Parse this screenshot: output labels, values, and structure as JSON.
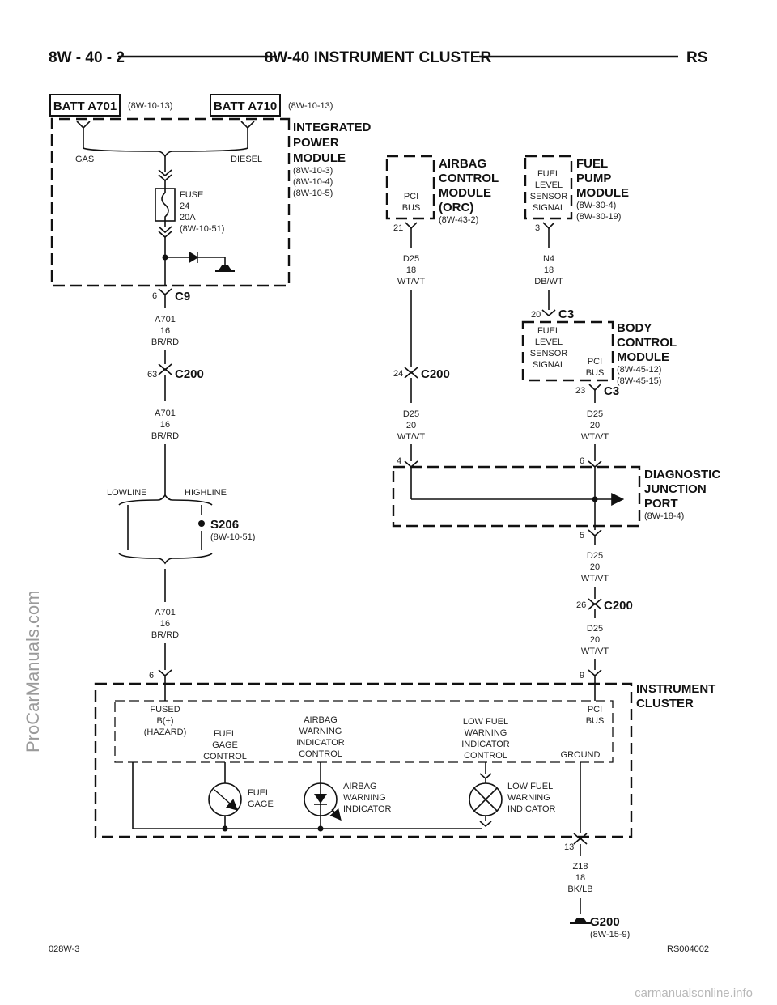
{
  "header": {
    "left": "8W - 40 - 2",
    "center": "8W-40 INSTRUMENT CLUSTER",
    "right": "RS"
  },
  "footer": {
    "left": "028W-3",
    "right": "RS004002"
  },
  "watermark": {
    "side": "ProCarManuals.com",
    "bottom": "carmanualsonline.info"
  },
  "batt": {
    "a701": {
      "label": "BATT A701",
      "ref": "(8W-10-13)"
    },
    "a710": {
      "label": "BATT A710",
      "ref": "(8W-10-13)"
    }
  },
  "ipm": {
    "title": [
      "INTEGRATED",
      "POWER",
      "MODULE"
    ],
    "refs": [
      "(8W-10-3)",
      "(8W-10-4)",
      "(8W-10-5)"
    ],
    "gas": "GAS",
    "diesel": "DIESEL",
    "fuse": [
      "FUSE",
      "24",
      "20A",
      "(8W-10-51)"
    ]
  },
  "c9": {
    "pin": "6",
    "label": "C9"
  },
  "wire_a701": [
    "A701",
    "16",
    "BR/RD"
  ],
  "c200_a": {
    "pin": "63",
    "label": "C200"
  },
  "lowline": "LOWLINE",
  "highline": "HIGHLINE",
  "s206": {
    "label": "S206",
    "ref": "(8W-10-51)"
  },
  "airbag_module": {
    "title": [
      "AIRBAG",
      "CONTROL",
      "MODULE",
      "(ORC)"
    ],
    "ref": "(8W-43-2)",
    "pin_label": [
      "PCI",
      "BUS"
    ],
    "pin": "21"
  },
  "wire_d25_18": [
    "D25",
    "18",
    "WT/VT"
  ],
  "c200_b": {
    "pin": "24",
    "label": "C200"
  },
  "wire_d25_20": [
    "D25",
    "20",
    "WT/VT"
  ],
  "fuel_pump": {
    "title": [
      "FUEL",
      "PUMP",
      "MODULE"
    ],
    "refs": [
      "(8W-30-4)",
      "(8W-30-19)"
    ],
    "pin_label": [
      "FUEL",
      "LEVEL",
      "SENSOR",
      "SIGNAL"
    ],
    "pin": "3"
  },
  "wire_n4": [
    "N4",
    "18",
    "DB/WT"
  ],
  "bcm": {
    "c3_top": {
      "pin": "20",
      "label": "C3"
    },
    "title": [
      "BODY",
      "CONTROL",
      "MODULE"
    ],
    "refs": [
      "(8W-45-12)",
      "(8W-45-15)"
    ],
    "fuel_label": [
      "FUEL",
      "LEVEL",
      "SENSOR",
      "SIGNAL"
    ],
    "pci_label": [
      "PCI",
      "BUS"
    ],
    "c3_bot": {
      "pin": "23",
      "label": "C3"
    }
  },
  "djp": {
    "title": [
      "DIAGNOSTIC",
      "JUNCTION",
      "PORT"
    ],
    "ref": "(8W-18-4)",
    "pin_left": "4",
    "pin_right": "6",
    "pin_bottom": "5"
  },
  "c200_c": {
    "pin": "26",
    "label": "C200"
  },
  "cluster": {
    "title": [
      "INSTRUMENT",
      "CLUSTER"
    ],
    "pin_left": "6",
    "pin_right": "9",
    "pin_ground": "13",
    "fused": [
      "FUSED",
      "B(+)",
      "(HAZARD)"
    ],
    "fuel_gage_ctrl": [
      "FUEL",
      "GAGE",
      "CONTROL"
    ],
    "airbag_ctrl": [
      "AIRBAG",
      "WARNING",
      "INDICATOR",
      "CONTROL"
    ],
    "lowfuel_ctrl": [
      "LOW FUEL",
      "WARNING",
      "INDICATOR",
      "CONTROL"
    ],
    "pci": [
      "PCI",
      "BUS"
    ],
    "ground": "GROUND",
    "fuel_gage": [
      "FUEL",
      "GAGE"
    ],
    "airbag_ind": [
      "AIRBAG",
      "WARNING",
      "INDICATOR"
    ],
    "lowfuel_ind": [
      "LOW FUEL",
      "WARNING",
      "INDICATOR"
    ]
  },
  "wire_z18": [
    "Z18",
    "18",
    "BK/LB"
  ],
  "g200": {
    "label": "G200",
    "ref": "(8W-15-9)"
  }
}
